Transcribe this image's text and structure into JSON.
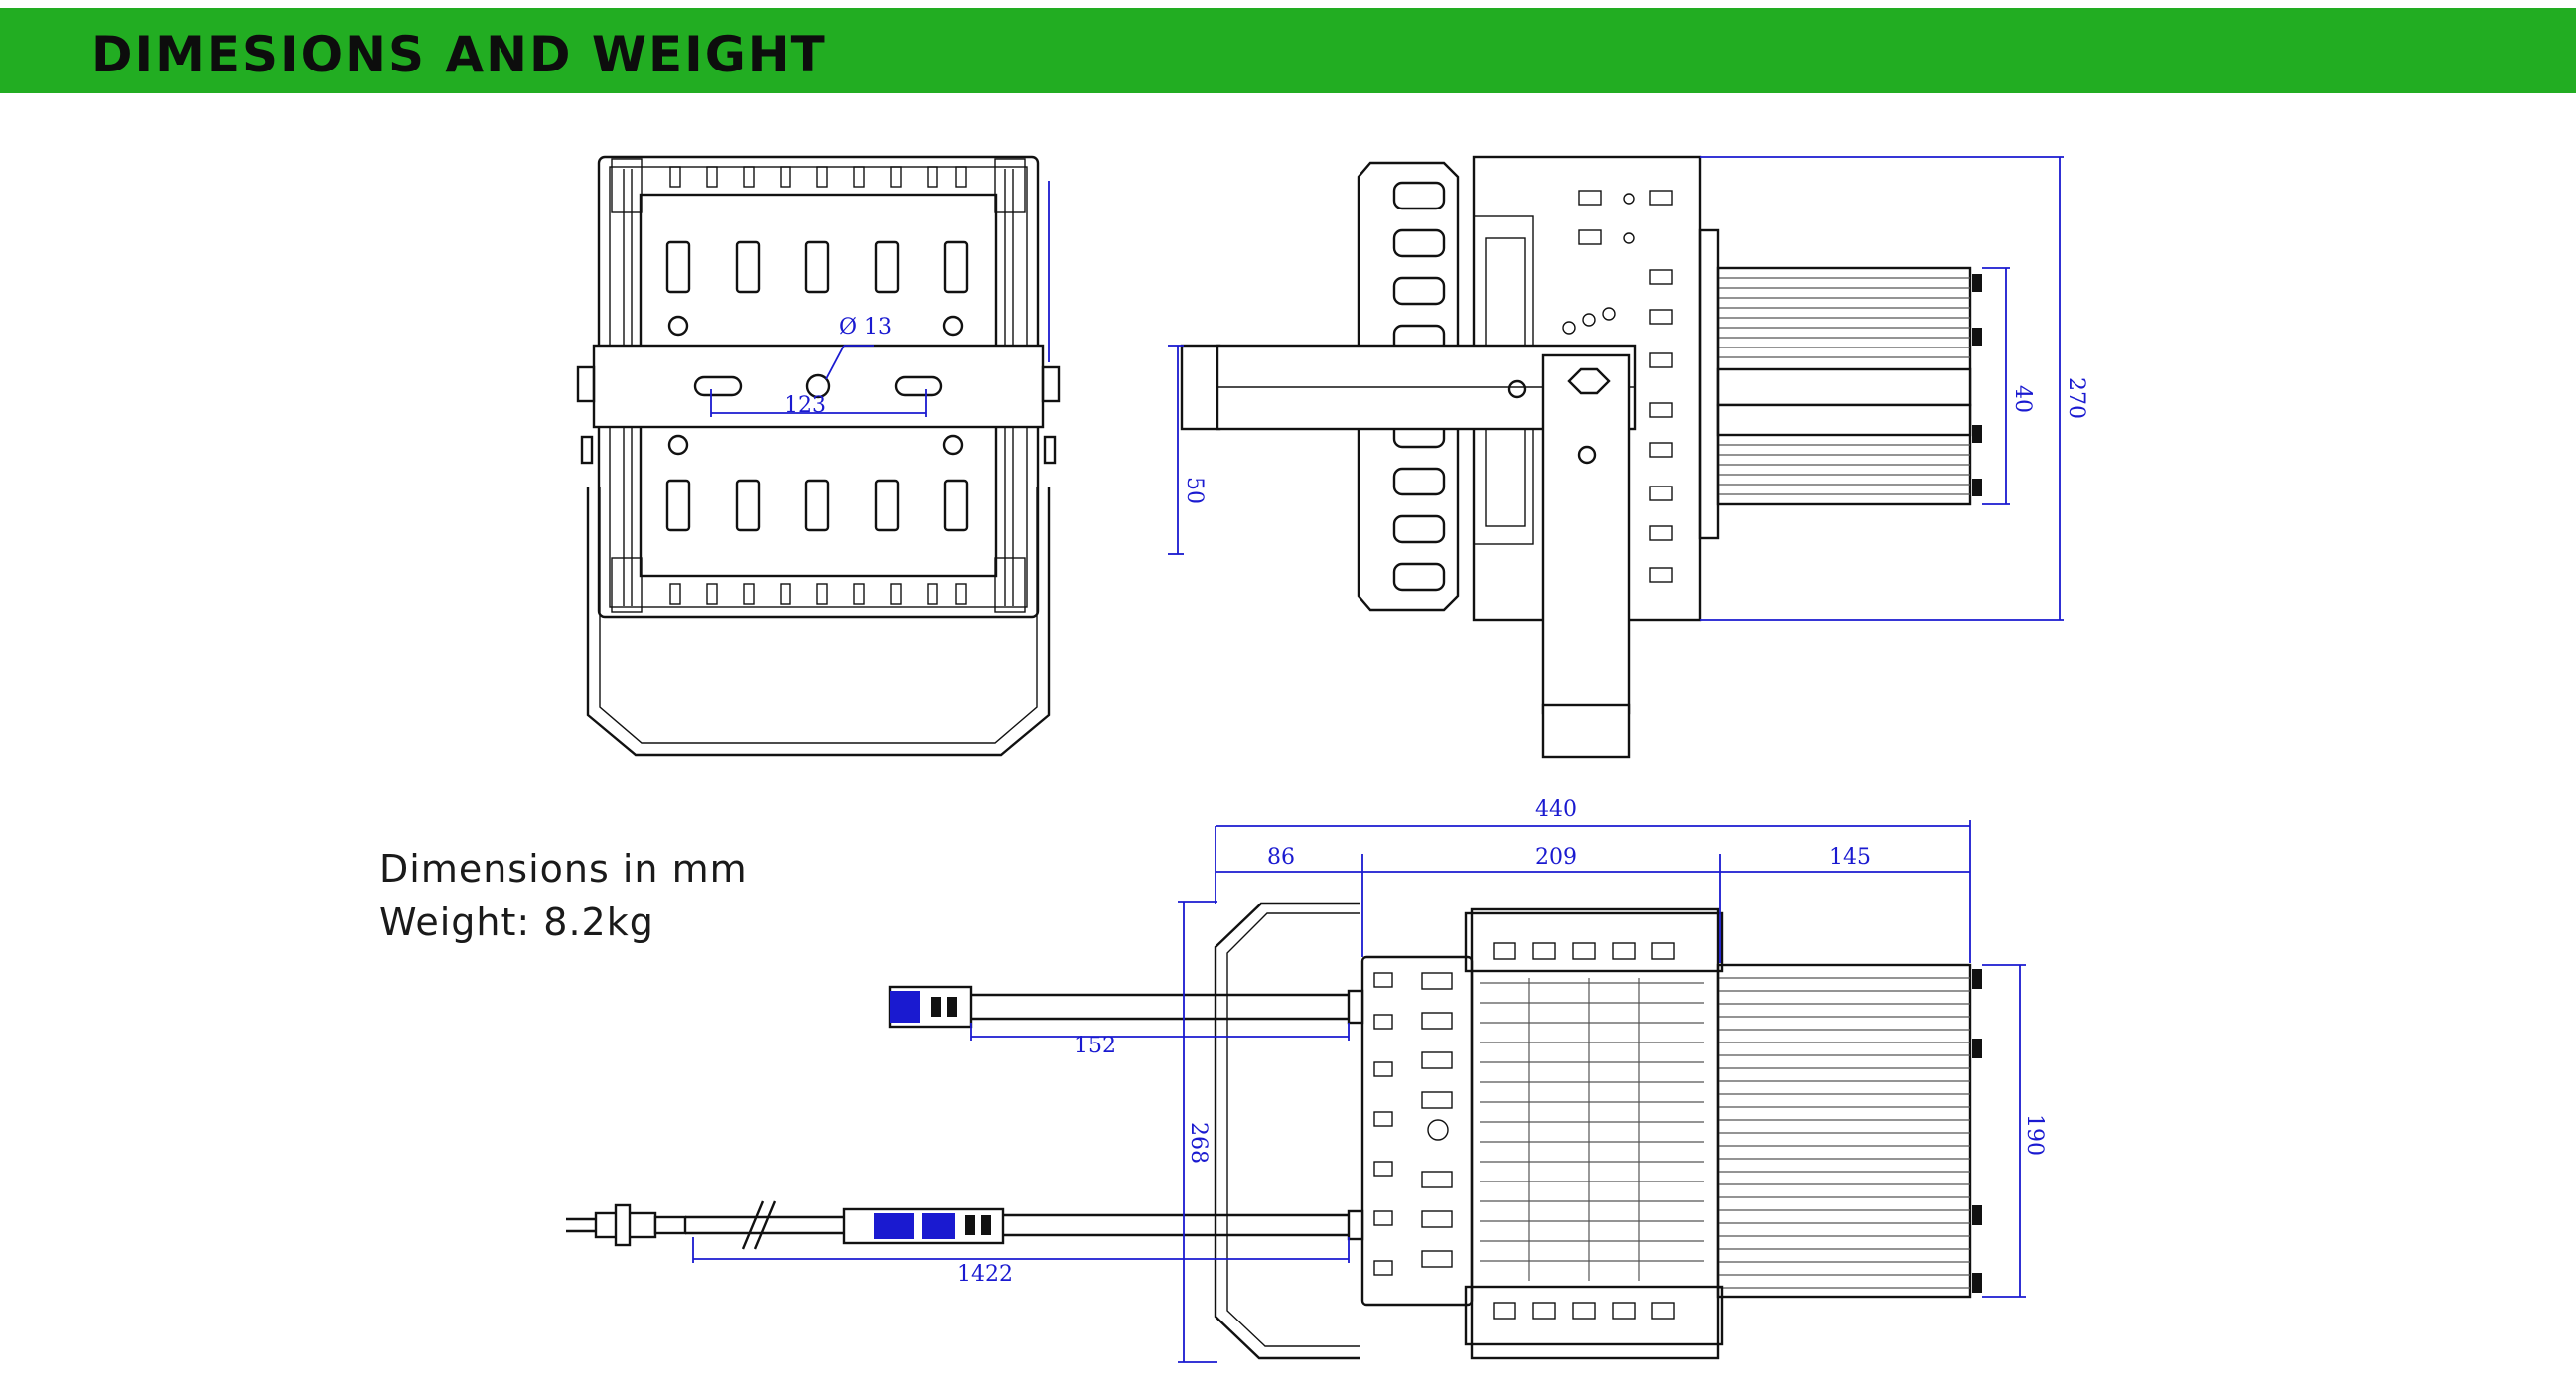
{
  "header": {
    "title": "DIMESIONS AND WEIGHT"
  },
  "colors": {
    "header_bg": "#22ad22",
    "dimension_lines": "#1a1ad0",
    "drawing_lines": "#111111"
  },
  "specs": {
    "dimensions_text": "Dimensions in mm",
    "weight_text": "Weight: 8.2kg"
  },
  "dimensions": {
    "front_view": {
      "hole_diameter": "Ø 13",
      "slot_spacing": "123"
    },
    "side_view": {
      "bracket_width": "50",
      "height": "270",
      "heatsink_gap": "40"
    },
    "top_view": {
      "total_length": "440",
      "segment_a": "86",
      "segment_b": "209",
      "segment_c": "145",
      "width": "268",
      "heatsink_width": "190",
      "short_cable": "152",
      "long_cable": "1422"
    }
  }
}
